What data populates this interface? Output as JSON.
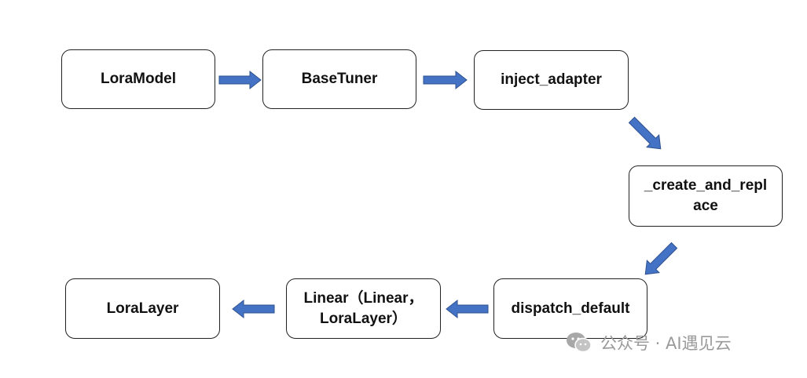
{
  "nodes": [
    {
      "id": "lora-model",
      "label": "LoraModel"
    },
    {
      "id": "base-tuner",
      "label": "BaseTuner"
    },
    {
      "id": "inject-adapter",
      "label": "inject_adapter"
    },
    {
      "id": "create-and-replace",
      "label": "_create_and_repl\nace"
    },
    {
      "id": "dispatch-default",
      "label": "dispatch_default"
    },
    {
      "id": "linear",
      "label": "Linear（Linear，\nLoraLayer）"
    },
    {
      "id": "lora-layer",
      "label": "LoraLayer"
    }
  ],
  "edges": [
    {
      "from": "LoraModel",
      "to": "BaseTuner"
    },
    {
      "from": "BaseTuner",
      "to": "inject_adapter"
    },
    {
      "from": "inject_adapter",
      "to": "_create_and_replace"
    },
    {
      "from": "_create_and_replace",
      "to": "dispatch_default"
    },
    {
      "from": "dispatch_default",
      "to": "Linear"
    },
    {
      "from": "Linear",
      "to": "LoraLayer"
    }
  ],
  "colors": {
    "arrow_fill": "#4472C4",
    "arrow_stroke": "#2F528F",
    "box_border": "#222222"
  },
  "watermark": {
    "text": "公众号 · AI遇见云",
    "icon": "wechat-icon"
  }
}
